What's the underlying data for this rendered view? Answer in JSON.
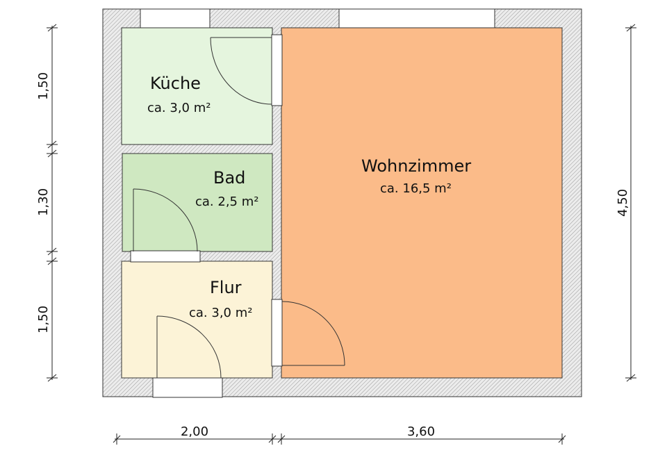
{
  "rooms": {
    "kueche": {
      "name": "Küche",
      "area": "ca. 3,0 m²",
      "fill": "#e5f5de"
    },
    "bad": {
      "name": "Bad",
      "area": "ca. 2,5 m²",
      "fill": "#cfe8c1"
    },
    "flur": {
      "name": "Flur",
      "area": "ca. 3,0 m²",
      "fill": "#fcf3d7"
    },
    "wohnzimmer": {
      "name": "Wohnzimmer",
      "area": "ca. 16,5 m²",
      "fill": "#fbbb89"
    }
  },
  "dimensions": {
    "left_top": "1,50",
    "left_middle": "1,30",
    "left_bottom": "1,50",
    "right_total": "4,50",
    "bottom_left": "2,00",
    "bottom_right": "3,60"
  },
  "colors": {
    "wall_fill": "#ececec",
    "wall_hatch": "#9a9a9a",
    "line": "#222222"
  }
}
